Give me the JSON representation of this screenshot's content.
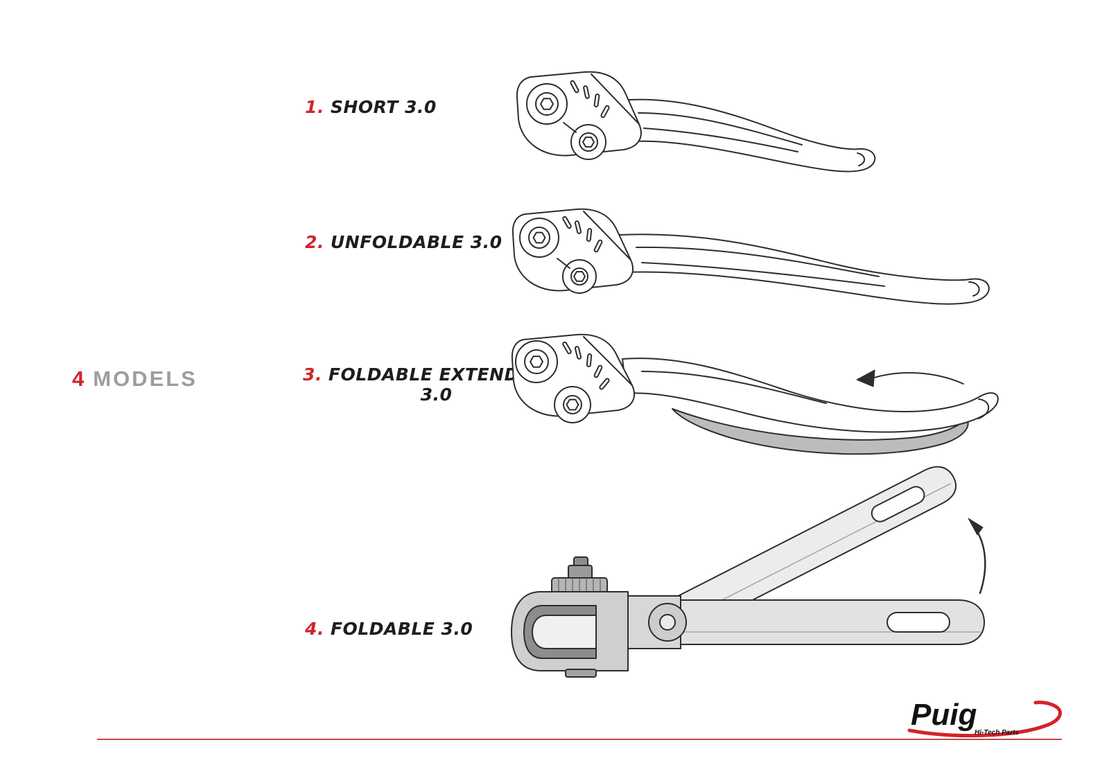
{
  "page": {
    "background": "#ffffff",
    "accent_red": "#d2232a",
    "label_gray": "#9d9d9c",
    "line_color": "#2d2d2d"
  },
  "heading": {
    "count": "4",
    "word": "MODELS"
  },
  "models": [
    {
      "number": "1.",
      "name": "SHORT 3.0"
    },
    {
      "number": "2.",
      "name": "UNFOLDABLE 3.0"
    },
    {
      "number": "3.",
      "name": "FOLDABLE EXTENDABLE",
      "name_line2": "3.0"
    },
    {
      "number": "4.",
      "name": "FOLDABLE 3.0"
    }
  ],
  "figures": [
    {
      "name": "short-3-0-lever-drawing"
    },
    {
      "name": "unfoldable-3-0-lever-drawing"
    },
    {
      "name": "foldable-extendable-3-0-lever-drawing",
      "arrow_icon": "extend-direction-left-arrow"
    },
    {
      "name": "foldable-3-0-lever-drawing",
      "arrow_icon": "fold-direction-up-arrow"
    }
  ],
  "logo": {
    "brand": "Puig",
    "tagline": "Hi-Tech Parts"
  }
}
